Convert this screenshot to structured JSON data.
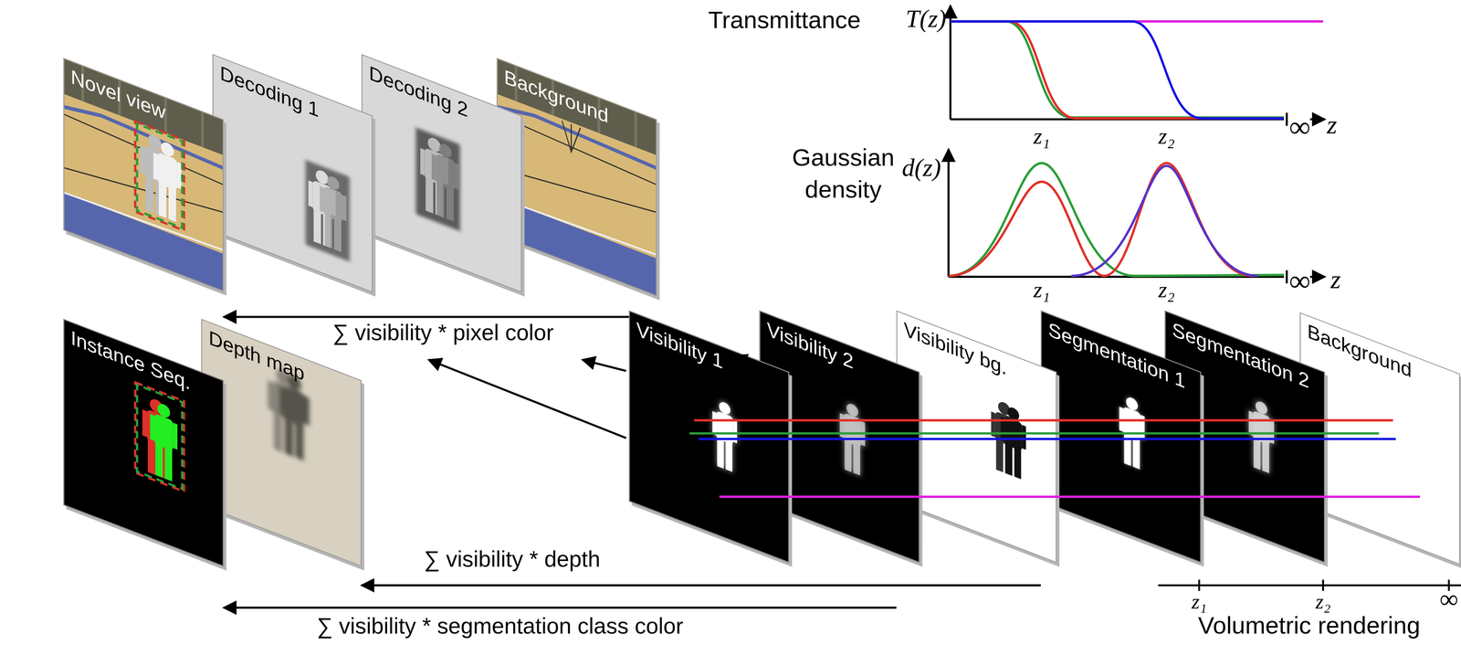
{
  "diagram": {
    "nodes": [
      {
        "text": [
          "Novel view"
        ]
      },
      {
        "text": [
          "Decoding 1"
        ]
      },
      {
        "text": [
          "Decoding 2"
        ]
      },
      {
        "text": [
          "Background"
        ]
      },
      {
        "text": [
          "Instance Seq."
        ]
      },
      {
        "text": [
          "Depth map"
        ]
      },
      {
        "text": [
          "Visibility 1"
        ]
      },
      {
        "text": [
          "Visibility 2"
        ]
      },
      {
        "text": [
          "Visibility bg."
        ]
      },
      {
        "text": [
          "Segmentation 1"
        ]
      },
      {
        "text": [
          "Segmentation 2"
        ]
      },
      {
        "text": [
          "Background"
        ]
      }
    ],
    "edges": [
      {
        "from": 6,
        "to": 0,
        "arrow": "to",
        "label": "∑ visibility * pixel color"
      },
      {
        "from": 9,
        "to": 5,
        "arrow": "to",
        "label": "∑ visibility * depth"
      },
      {
        "from": 8,
        "to": 4,
        "arrow": "to",
        "label": "∑ visibility * segmentation class color"
      }
    ],
    "labels": [
      "Transmittance",
      "T(z)",
      "z₁",
      "z₂",
      "∞",
      "z",
      "Gaussian density",
      "d(z)",
      "z₁",
      "z₂",
      "∞",
      "z",
      "z₁",
      "z₂",
      "∞",
      "Volumetric rendering"
    ]
  }
}
